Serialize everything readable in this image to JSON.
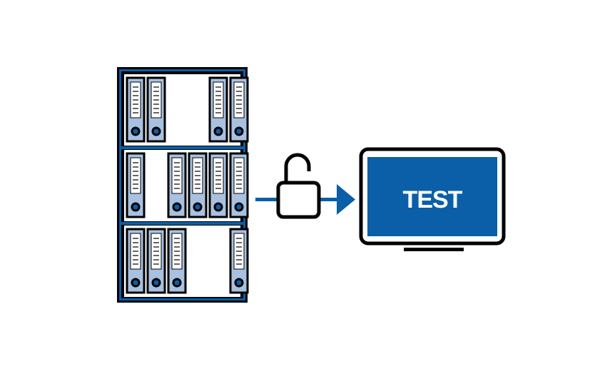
{
  "diagram": {
    "monitor": {
      "screen_text": "TEST"
    },
    "icons": {
      "cabinet": "file-cabinet-icon",
      "binder": "binder-icon",
      "lock": "open-padlock-icon",
      "arrow": "arrow-right-icon",
      "monitor": "monitor-icon"
    },
    "colors": {
      "outline": "#000000",
      "accent_blue": "#0a5fa8",
      "light_blue": "#a9c1e0",
      "background": "#ffffff"
    },
    "shelves": [
      {
        "binders": [
          1,
          1,
          0,
          0,
          1,
          1
        ]
      },
      {
        "binders": [
          1,
          0,
          1,
          1,
          1,
          1
        ]
      },
      {
        "binders": [
          1,
          1,
          1,
          0,
          0,
          1
        ]
      }
    ]
  }
}
